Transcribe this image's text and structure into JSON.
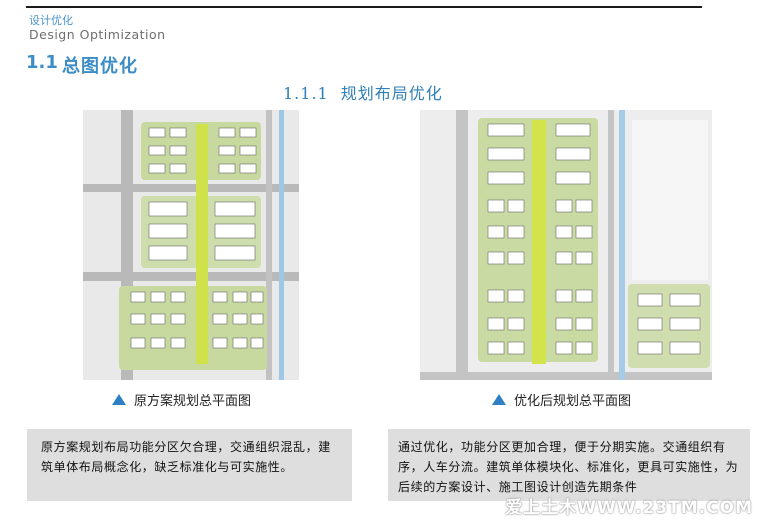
{
  "header": {
    "category_cn": "设计优化",
    "category_en": "Design  Optimization"
  },
  "section": {
    "number": "1.1",
    "title": "总图优化"
  },
  "subsection": {
    "number": "1.1.1",
    "title": "规划布局优化"
  },
  "plans": [
    {
      "caption": "原方案规划总平面图",
      "description": "原方案规划布局功能分区欠合理，交通组织混乱，建筑单体布局概念化，缺乏标准化与可实施性。"
    },
    {
      "caption": "优化后规划总平面图",
      "description": "通过优化，功能分区更加合理，便于分期实施。交通组织有序，人车分流。建筑单体模块化、标准化，更具可实施性，为后续的方案设计、施工图设计创造先期条件"
    }
  ],
  "watermark": "爱上土木WWW.23TM.COM",
  "colors": {
    "accent": "#3c8dc5",
    "triangle": "#2f7fc4",
    "panel": "#dedede"
  }
}
